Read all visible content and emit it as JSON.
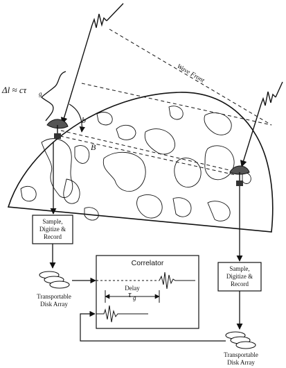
{
  "figure": {
    "wave_front_label": "Wave Front",
    "delta_l_label": "Δl ≈ cτ",
    "delta_l_sub": "g",
    "angle_label": "b",
    "baseline_label": "B",
    "left_box": {
      "line1": "Sample,",
      "line2": "Digitize &",
      "line3": "Record"
    },
    "right_box": {
      "line1": "Sample,",
      "line2": "Digitize &",
      "line3": "Record"
    },
    "left_disk": {
      "line1": "Transportable",
      "line2": "Disk Array"
    },
    "right_disk": {
      "line1": "Transportable",
      "line2": "Disk Array"
    },
    "correlator_title": "Correlator",
    "delay_label": "Delay",
    "tau_label": "τ",
    "tau_sub": "g"
  }
}
